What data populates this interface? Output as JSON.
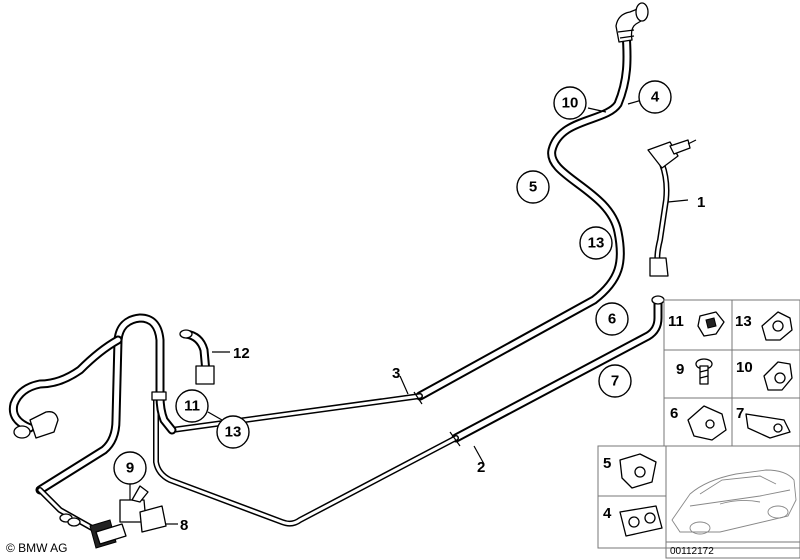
{
  "callouts": {
    "c10": "10",
    "c4": "4",
    "c5": "5",
    "c13a": "13",
    "c6": "6",
    "c7": "7",
    "c11": "11",
    "c13b": "13",
    "c9": "9"
  },
  "labels": {
    "l1": "1",
    "l2": "2",
    "l3": "3",
    "l8": "8",
    "l12": "12"
  },
  "grid": {
    "g11": "11",
    "g13": "13",
    "g9": "9",
    "g10": "10",
    "g6": "6",
    "g7": "7",
    "g5": "5",
    "g4": "4"
  },
  "footer": {
    "copyright": "© BMW AG",
    "doc_id": "00112172"
  }
}
